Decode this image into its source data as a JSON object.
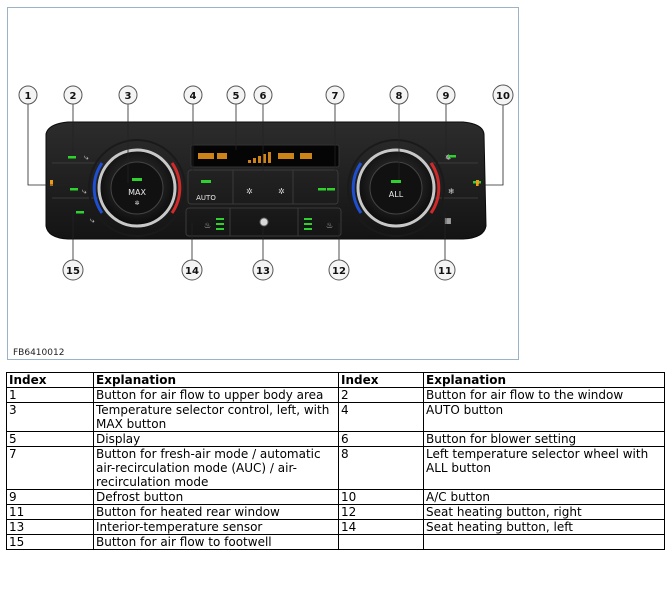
{
  "figure": {
    "id": "FB6410012",
    "panel_labels": {
      "max": "MAX",
      "auto": "AUTO",
      "all": "ALL"
    },
    "callouts": [
      "1",
      "2",
      "3",
      "4",
      "5",
      "6",
      "7",
      "8",
      "9",
      "10",
      "11",
      "12",
      "13",
      "14",
      "15"
    ]
  },
  "legend": {
    "headers": [
      "Index",
      "Explanation",
      "Index",
      "Explanation"
    ],
    "rows": [
      [
        {
          "i": "1",
          "e": "Button for air flow to upper body area"
        },
        {
          "i": "2",
          "e": "Button for air flow to the window"
        }
      ],
      [
        {
          "i": "3",
          "e": "Temperature selector control, left, with MAX button"
        },
        {
          "i": "4",
          "e": "AUTO button"
        }
      ],
      [
        {
          "i": "5",
          "e": "Display"
        },
        {
          "i": "6",
          "e": "Button for blower setting"
        }
      ],
      [
        {
          "i": "7",
          "e": "Button for fresh-air mode / automatic air-recirculation mode (AUC) / air-recirculation mode"
        },
        {
          "i": "8",
          "e": "Left temperature selector wheel with ALL button"
        }
      ],
      [
        {
          "i": "9",
          "e": "Defrost button"
        },
        {
          "i": "10",
          "e": "A/C button"
        }
      ],
      [
        {
          "i": "11",
          "e": "Button for heated rear window"
        },
        {
          "i": "12",
          "e": "Seat heating button, right"
        }
      ],
      [
        {
          "i": "13",
          "e": "Interior-temperature sensor"
        },
        {
          "i": "14",
          "e": "Seat heating button, left"
        }
      ],
      [
        {
          "i": "15",
          "e": "Button for air flow to footwell"
        },
        {
          "i": "",
          "e": ""
        }
      ]
    ]
  },
  "colors": {
    "panel": "#1d1d1d",
    "led": "#2fd12f",
    "display": "#f09a1a",
    "frame": "#9bb3c9"
  }
}
